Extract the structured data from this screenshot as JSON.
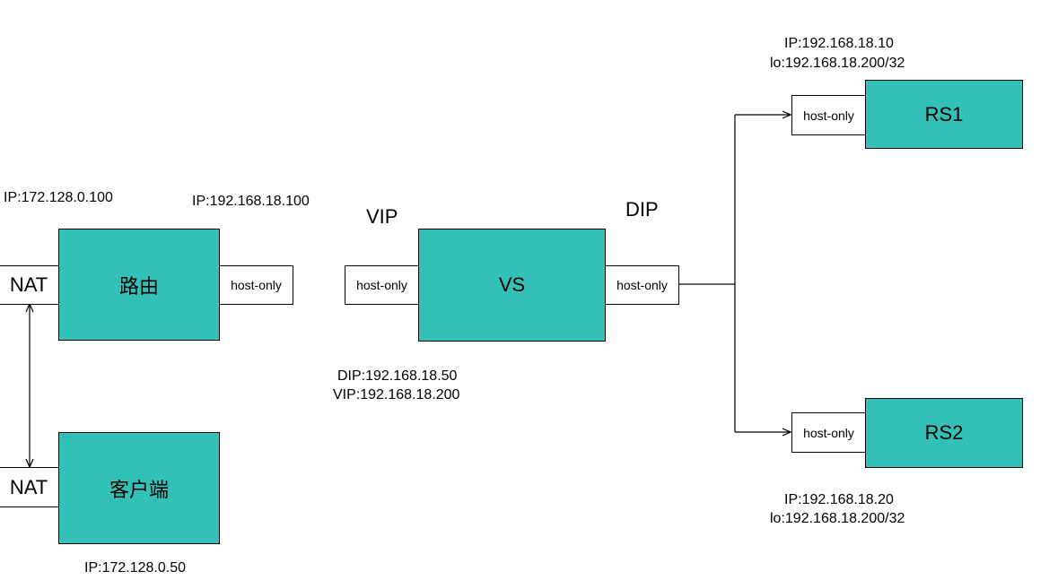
{
  "nodes": {
    "router": "路由",
    "client": "客户端",
    "vs": "VS",
    "rs1": "RS1",
    "rs2": "RS2"
  },
  "ports": {
    "nat_router": "NAT",
    "nat_client": "NAT",
    "router_host_only": "host-only",
    "vs_vip_host_only": "host-only",
    "vs_dip_host_only": "host-only",
    "rs1_host_only": "host-only",
    "rs2_host_only": "host-only"
  },
  "labels": {
    "router_nat_ip": "IP:172.128.0.100",
    "router_host_ip": "IP:192.168.18.100",
    "vip": "VIP",
    "dip": "DIP",
    "vs_dip_ip": "DIP:192.168.18.50",
    "vs_vip_ip": "VIP:192.168.18.200",
    "client_ip": "IP:172.128.0.50",
    "rs1_ip": "IP:192.168.18.10",
    "rs1_lo": "lo:192.168.18.200/32",
    "rs2_ip": "IP:192.168.18.20",
    "rs2_lo": "lo:192.168.18.200/32"
  },
  "colors": {
    "node_fill": "#33c0b6",
    "port_fill": "#ffffff",
    "line": "#000000"
  }
}
